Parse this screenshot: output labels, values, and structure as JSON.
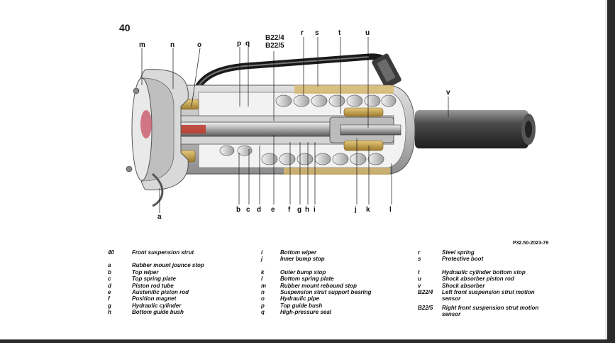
{
  "figure": {
    "number": "40",
    "ref_code": "P32.50-2023-79"
  },
  "callouts_top": [
    "m",
    "n",
    "o",
    "p",
    "q",
    "B22/4",
    "B22/5",
    "r",
    "s",
    "t",
    "u",
    "v"
  ],
  "callouts_bottom": [
    "a",
    "b",
    "c",
    "d",
    "e",
    "f",
    "g",
    "h",
    "i",
    "j",
    "k",
    "l"
  ],
  "legend": {
    "col1": [
      {
        "key": "40",
        "text": "Front suspension strut"
      },
      {
        "key": "a",
        "text": "Rubber mount jounce stop"
      },
      {
        "key": "b",
        "text": "Top wiper"
      },
      {
        "key": "c",
        "text": "Top spring plate"
      },
      {
        "key": "d",
        "text": "Piston rod tube"
      },
      {
        "key": "e",
        "text": "Austenitic piston rod"
      },
      {
        "key": "f",
        "text": "Position magnet"
      },
      {
        "key": "g",
        "text": "Hydraulic cylinder"
      },
      {
        "key": "h",
        "text": "Bottom guide bush"
      }
    ],
    "col2": [
      {
        "key": "i",
        "text": "Bottom wiper"
      },
      {
        "key": "j",
        "text": "Inner bump stop"
      },
      {
        "key": "k",
        "text": "Outer bump stop"
      },
      {
        "key": "l",
        "text": "Bottom spring plate"
      },
      {
        "key": "m",
        "text": "Rubber mount rebound stop"
      },
      {
        "key": "n",
        "text": "Suspension strut support bearing"
      },
      {
        "key": "o",
        "text": "Hydraulic pipe"
      },
      {
        "key": "p",
        "text": "Top guide bush"
      },
      {
        "key": "q",
        "text": "High-pressure seal"
      }
    ],
    "col3": [
      {
        "key": "r",
        "text": "Steel spring"
      },
      {
        "key": "s",
        "text": "Protective boot"
      },
      {
        "key": "t",
        "text": "Hydraulic cylinder bottom stop"
      },
      {
        "key": "u",
        "text": "Shock absorber piston rod"
      },
      {
        "key": "v",
        "text": "Shock absorber"
      },
      {
        "key": "B22/4",
        "text": "Left front suspension strut motion sensor"
      },
      {
        "key": "B22/5",
        "text": "Right front suspension strut motion sensor"
      }
    ]
  },
  "colors": {
    "shock_absorber": "#3a3a3a",
    "spring_plate_gold": "#c9a54a",
    "boot": "#b8b8b8",
    "piston_rod_red": "#c0392b"
  }
}
